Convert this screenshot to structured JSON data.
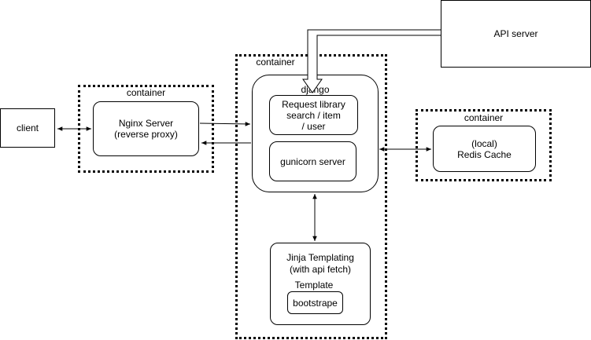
{
  "nodes": {
    "client": "client",
    "nginx_line1": "Nginx Server",
    "nginx_line2": "(reverse proxy)",
    "api_server": "API server",
    "django": "django",
    "request_line1": "Request library",
    "request_line2": "search / item",
    "request_line3": "/ user",
    "gunicorn": "gunicorn server",
    "redis_line1": "(local)",
    "redis_line2": "Redis Cache",
    "jinja_line1": "Jinja Templating",
    "jinja_line2": "(with api fetch)",
    "template": "Template",
    "bootstrape": "bootstrape"
  },
  "containers": {
    "nginx_container": "container",
    "django_container": "container",
    "redis_container": "container"
  }
}
